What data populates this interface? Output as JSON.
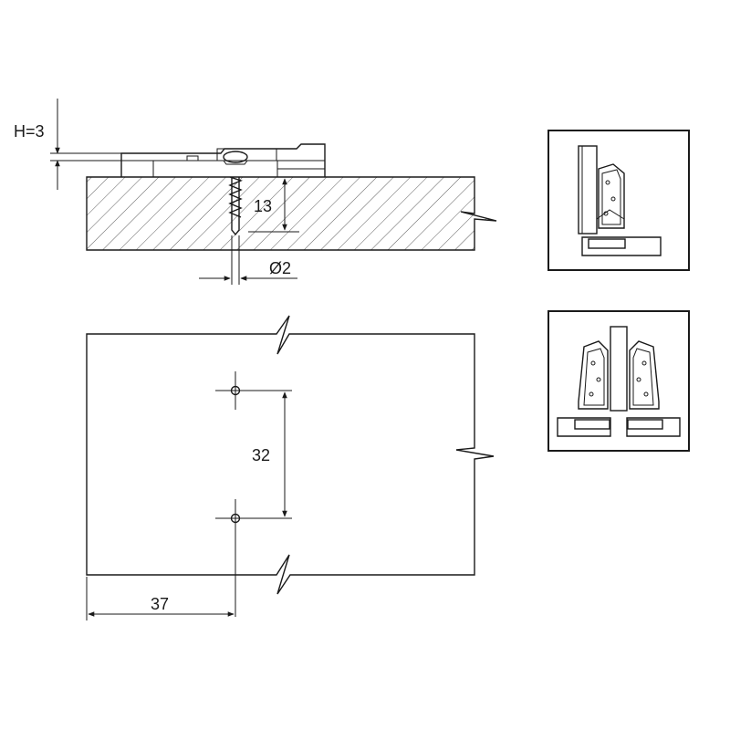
{
  "diagram": {
    "section_view": {
      "height_label": "H=3",
      "depth_label": "13",
      "diameter_label": "Ø2"
    },
    "plan_view": {
      "spacing_label": "32",
      "edge_distance_label": "37"
    },
    "thumbnails": [
      {
        "name": "single-hinge-preview"
      },
      {
        "name": "double-hinge-preview"
      }
    ]
  }
}
